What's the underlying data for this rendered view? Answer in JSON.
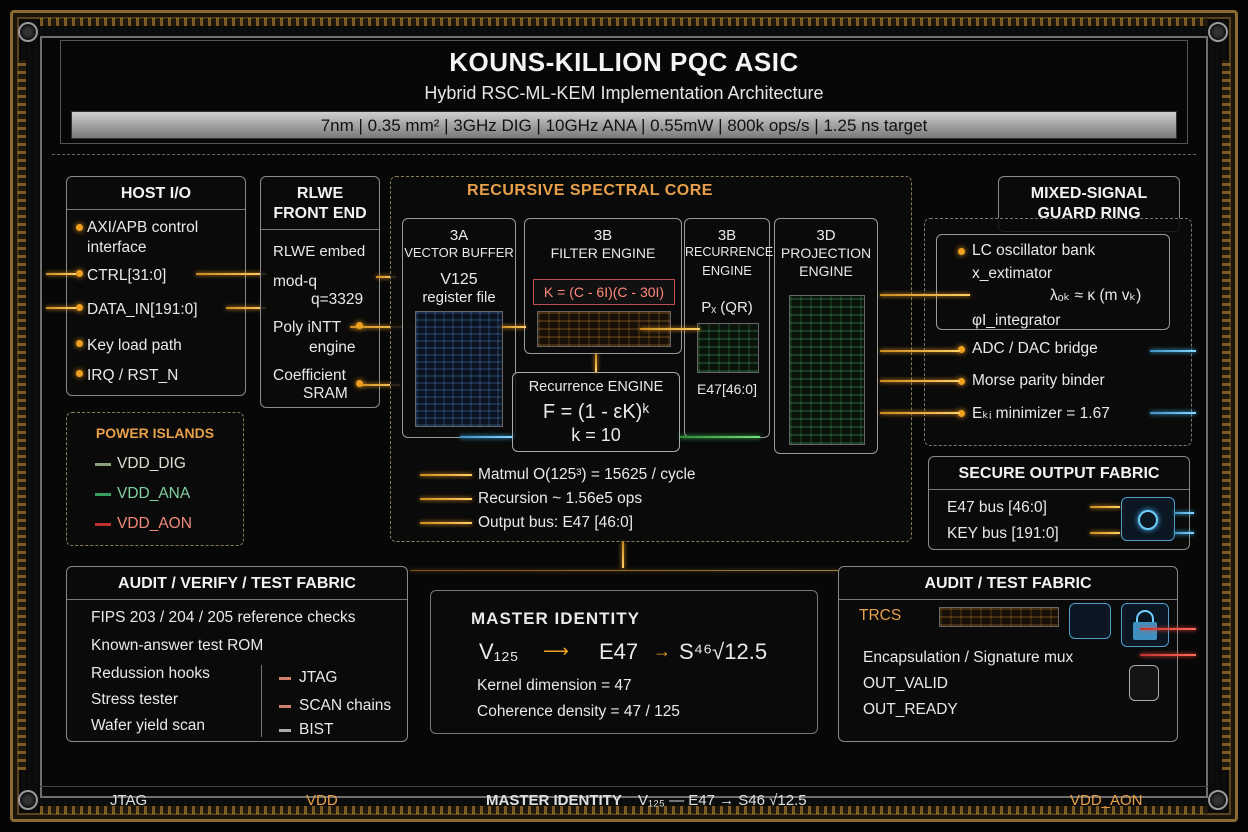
{
  "header": {
    "title": "KOUNS-KILLION PQC ASIC",
    "subtitle": "Hybrid RSC-ML-KEM Implementation Architecture",
    "specs": "7nm | 0.35 mm² | 3GHz DIG | 10GHz ANA | 0.55mW | 800k ops/s | 1.25 ns target"
  },
  "host_io": {
    "title": "HOST I/O",
    "items": [
      "AXI/APB control",
      "interface",
      "CTRL[31:0]",
      "DATA_IN[191:0]",
      "Key load path",
      "IRQ / RST_N"
    ]
  },
  "rlwe": {
    "title_line1": "RLWE",
    "title_line2": "FRONT END",
    "embed": "RLWE embed",
    "modq": "mod-q",
    "q": "q=3329",
    "poly": "Poly iNTT",
    "engine": "engine",
    "coef1": "Coefficient",
    "coef2": "SRAM"
  },
  "core": {
    "title": "RECURSIVE SPECTRAL CORE",
    "b3a_id": "3A",
    "b3a_name": "VECTOR BUFFER",
    "b3a_v": "V125",
    "b3a_reg": "register file",
    "b3b_id": "3B",
    "b3b_name": "FILTER ENGINE",
    "b3b_eq": "K = (C - 6I)(C - 30I)",
    "b3c_id": "3B",
    "b3c_name1": "RECURRENCE",
    "b3c_name2": "ENGINE",
    "b3c_p": "Pₓ (QR)",
    "b3c_e": "E47[46:0]",
    "b3d_id": "3D",
    "b3d_name1": "PROJECTION",
    "b3d_name2": "ENGINE",
    "rec_title": "Recurrence ENGINE",
    "rec_eq": "F = (1 - εK)ᵏ",
    "rec_k": "k = 10",
    "matmul": "Matmul O(125³) = 15625 / cycle",
    "recursion": "Recursion ~ 1.56e5 ops",
    "output": "Output bus: E47 [46:0]"
  },
  "power": {
    "title": "POWER ISLANDS",
    "items": [
      "VDD_DIG",
      "VDD_ANA",
      "VDD_AON"
    ],
    "colors": [
      "#8aa07a",
      "#3aa060",
      "#c03030"
    ]
  },
  "mixed": {
    "title_line1": "MIXED-SIGNAL",
    "title_line2": "GUARD RING",
    "items": [
      "LC oscillator bank",
      "x_extimator",
      "λₒₖ ≈ κ (m vₖ)",
      "φI_integrator",
      "ADC / DAC bridge",
      "Morse parity binder",
      "Eₖᵢ minimizer = 1.67"
    ]
  },
  "secure": {
    "title": "SECURE OUTPUT FABRIC",
    "items": [
      "E47 bus [46:0]",
      "KEY bus [191:0]"
    ]
  },
  "audit_verify": {
    "title": "AUDIT / VERIFY / TEST FABRIC",
    "items": [
      "FIPS 203 / 204 / 205 reference checks",
      "Known-answer test ROM",
      "Redussion hooks",
      "Stress tester",
      "Wafer yield scan"
    ],
    "side": [
      "JTAG",
      "SCAN chains",
      "BIST"
    ]
  },
  "master": {
    "title": "MASTER IDENTITY",
    "v": "V₁₂₅",
    "e": "E47",
    "s": "S⁴⁶√12.5",
    "kernel": "Kernel dimension = 47",
    "coherence": "Coherence density = 47 / 125"
  },
  "audit_test": {
    "title": "AUDIT / TEST FABRIC",
    "trcs": "TRCS",
    "items": [
      "Encapsulation / Signature mux",
      "OUT_VALID",
      "OUT_READY"
    ]
  },
  "footer": {
    "jtag": "JTAG",
    "vdd": "VDD",
    "master": "MASTER IDENTITY",
    "formula": "V₁₂₅ — E47 → S46 √12.5",
    "vdd_aon": "VDD_AON"
  }
}
